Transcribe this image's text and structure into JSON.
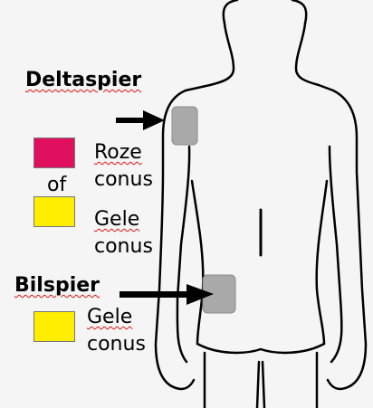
{
  "labels": {
    "deltaspier": "Deltaspier",
    "roze": "Roze",
    "conus_1": "conus",
    "of": "of",
    "gele_1": "Gele",
    "conus_2": "conus",
    "bilspier": "Bilspier",
    "gele_2": "Gele",
    "conus_3": "conus"
  },
  "colors": {
    "pink": "#e0105f",
    "yellow": "#ffee00",
    "injection_site": "#a9a9a9",
    "outline": "#000000",
    "background": "#f5f5f5"
  },
  "icons": {
    "arrow_top": "arrow-right-icon",
    "arrow_bottom": "arrow-right-icon"
  }
}
